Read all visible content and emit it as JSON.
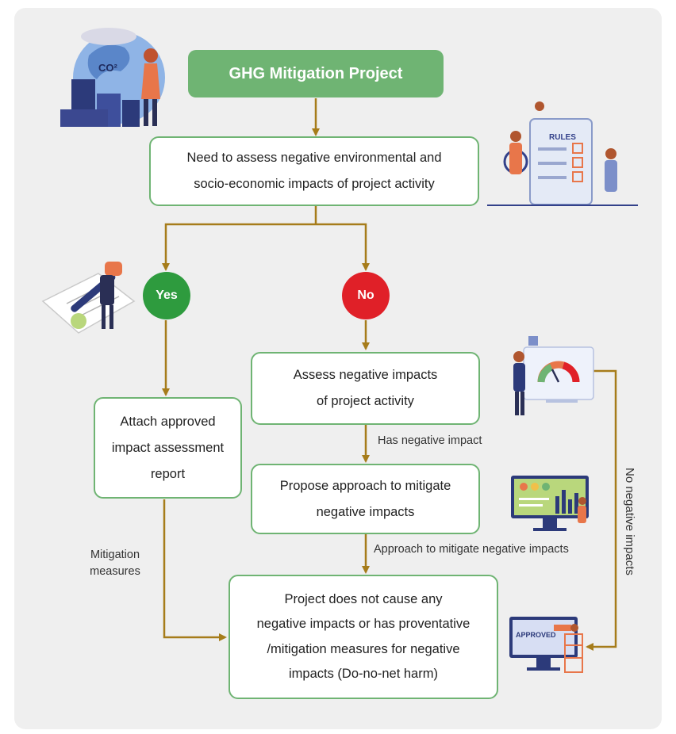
{
  "colors": {
    "green": "#6fb473",
    "connector": "#a67c1a",
    "yes": "#2e9b3e",
    "no": "#e02028"
  },
  "nodes": {
    "title": "GHG Mitigation Project",
    "assess_need": "Need to assess negative environmental and\nsocio-economic impacts of project activity",
    "yes": "Yes",
    "no": "No",
    "assess_impacts": "Assess negative impacts\nof project activity",
    "attach_report": "Attach approved\nimpact assessment\nreport",
    "propose": "Propose approach to mitigate\nnegative impacts",
    "final": "Project does not cause any\nnegative impacts or has proventative\n/mitigation measures for negative\nimpacts (Do-no-net harm)"
  },
  "edges": {
    "has_negative": "Has negative impact",
    "approach": "Approach to mitigate negative impacts",
    "mitigation_measures": "Mitigation\nmeasures",
    "no_negative": "No negative impacts"
  },
  "illustrations": {
    "rules_text": "RULES",
    "co2_text": "CO²",
    "approved_text": "APPROVED"
  }
}
